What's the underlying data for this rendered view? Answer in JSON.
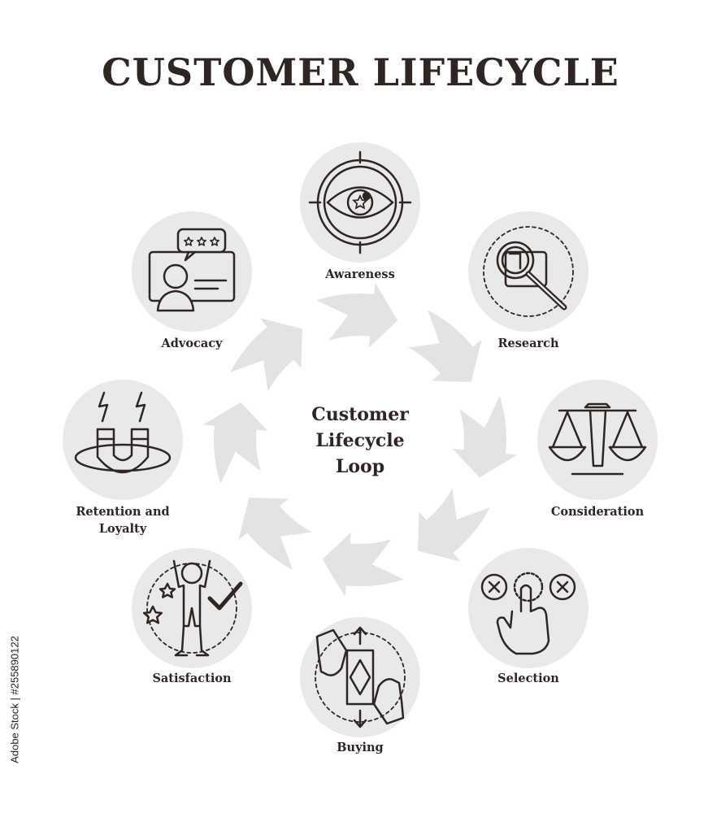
{
  "title": "CUSTOMER LIFECYCLE",
  "center": {
    "line1": "Customer",
    "line2": "Lifecycle",
    "line3": "Loop"
  },
  "stages": [
    {
      "id": "awareness",
      "label": "Awareness",
      "icon": "eye-target-icon"
    },
    {
      "id": "research",
      "label": "Research",
      "icon": "magnifying-glass-icon"
    },
    {
      "id": "consideration",
      "label": "Consideration",
      "icon": "scales-icon"
    },
    {
      "id": "selection",
      "label": "Selection",
      "icon": "pointing-hand-icon"
    },
    {
      "id": "buying",
      "label": "Buying",
      "icon": "money-exchange-icon"
    },
    {
      "id": "satisfaction",
      "label": "Satisfaction",
      "icon": "happy-person-icon"
    },
    {
      "id": "retention",
      "label_line1": "Retention and",
      "label_line2": "Loyalty",
      "icon": "magnet-icon"
    },
    {
      "id": "advocacy",
      "label": "Advocacy",
      "icon": "review-bubble-icon"
    }
  ],
  "watermark": "Adobe Stock | #255890122",
  "colors": {
    "text": "#2f2624",
    "circle_fill": "#e9e9e9",
    "arrow_fill": "#e3e3e3",
    "line": "#2f2624"
  }
}
